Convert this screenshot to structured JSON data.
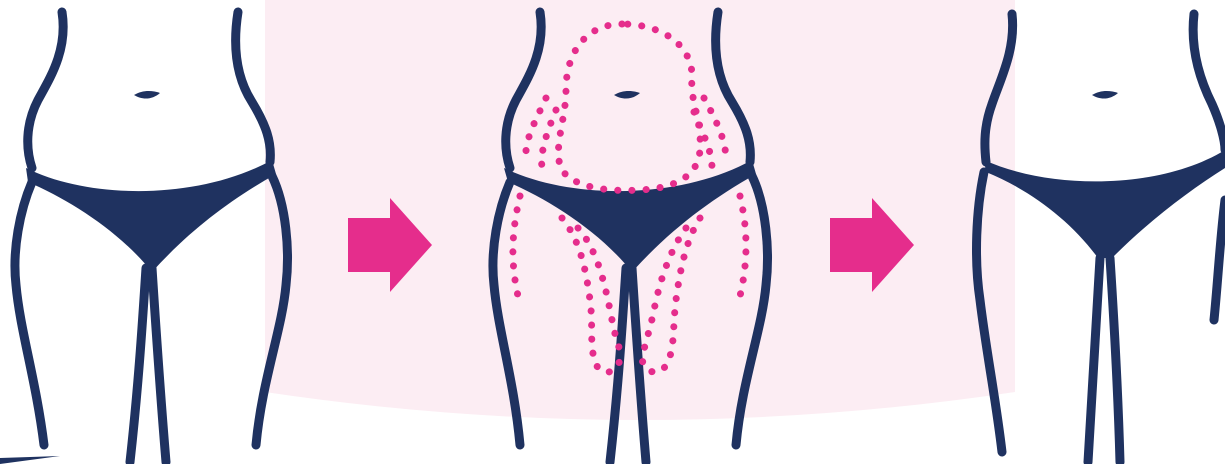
{
  "colors": {
    "background": "#ffffff",
    "highlight_backdrop": "#fcedf3",
    "body_outline": "#1f3260",
    "underwear_fill": "#1f3260",
    "arrow": "#e52d8c",
    "dotted_markings": "#e52d8c"
  },
  "icons": {
    "figure_before": "body-silhouette-before-icon",
    "arrow_1": "right-arrow-icon",
    "figure_treatment": "body-silhouette-treatment-zones-icon",
    "arrow_2": "right-arrow-icon",
    "figure_after": "body-silhouette-after-icon"
  },
  "steps": [
    {
      "id": "before"
    },
    {
      "id": "treatment"
    },
    {
      "id": "after"
    }
  ]
}
